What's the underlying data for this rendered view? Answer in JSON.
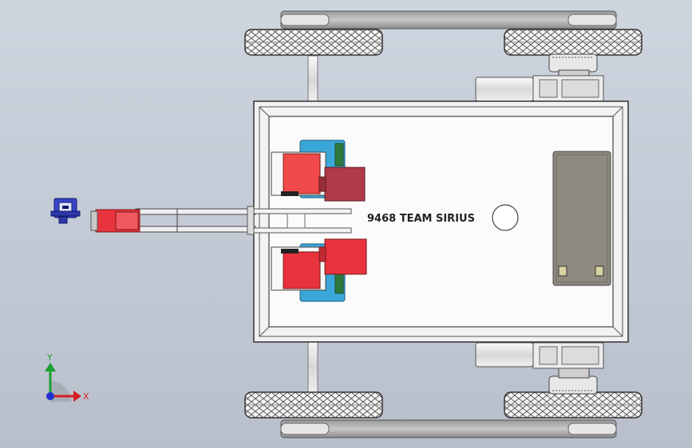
{
  "model": {
    "chassis_label": "9468 TEAM SIRIUS"
  },
  "triad": {
    "x_label": "X",
    "y_label": "Y"
  },
  "colors": {
    "background": "#c8ced8",
    "servo_red": "#e8323c",
    "servo_dark_red": "#b03a48",
    "bracket_blue": "#3aa7d8",
    "battery_gray": "#8e8a80",
    "camera_blue": "#3a46c8",
    "axis_x": "#d42020",
    "axis_y": "#18a030",
    "axis_origin": "#2030d0"
  }
}
